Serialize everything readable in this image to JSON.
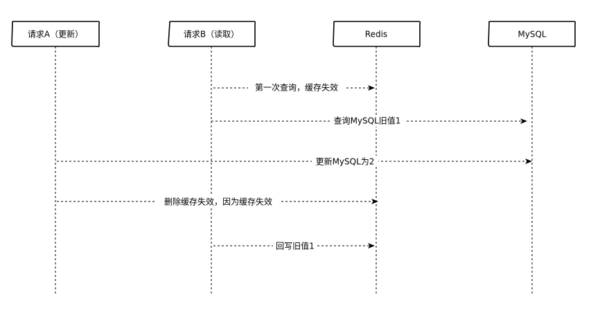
{
  "participants": [
    {
      "label": "请求A（更新）"
    },
    {
      "label": "请求B（读取）"
    },
    {
      "label": "Redis"
    },
    {
      "label": "MySQL"
    }
  ],
  "messages": [
    {
      "from": "请求B（读取）",
      "to": "Redis",
      "label": "第一次查询，缓存失效"
    },
    {
      "from": "请求B（读取）",
      "to": "MySQL",
      "label": "查询MySQL旧值1"
    },
    {
      "from": "请求A（更新）",
      "to": "MySQL",
      "label": "更新MySQL为2"
    },
    {
      "from": "请求A（更新）",
      "to": "Redis",
      "label": "删除缓存失效，因为缓存失效"
    },
    {
      "from": "请求B（读取）",
      "to": "Redis",
      "label": "回写旧值1"
    }
  ]
}
